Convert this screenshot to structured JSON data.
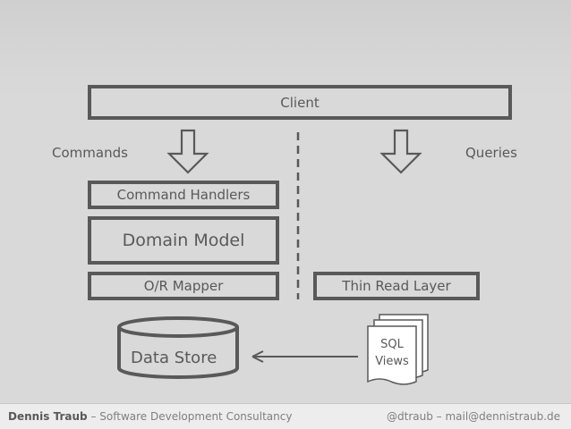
{
  "diagram": {
    "client": "Client",
    "commands_label": "Commands",
    "queries_label": "Queries",
    "command_handlers": "Command Handlers",
    "domain_model": "Domain Model",
    "or_mapper": "O/R Mapper",
    "thin_read_layer": "Thin Read Layer",
    "data_store": "Data Store",
    "sql_views_line1": "SQL",
    "sql_views_line2": "Views"
  },
  "footer": {
    "author": "Dennis Traub",
    "subtitle": " – Software Development Consultancy",
    "contact": "@dtraub – mail@dennistraub.de"
  }
}
